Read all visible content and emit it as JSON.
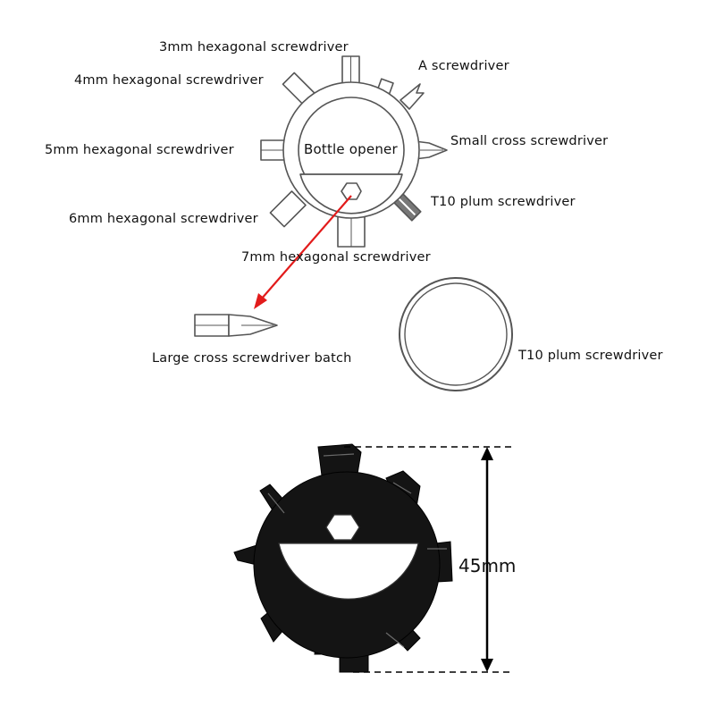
{
  "top_diagram": {
    "labels": {
      "hex3": "3mm hexagonal screwdriver",
      "a_screwdriver": "A screwdriver",
      "hex4": "4mm hexagonal screwdriver",
      "hex5": "5mm hexagonal screwdriver",
      "bottle_opener": "Bottle opener",
      "small_cross": "Small cross screwdriver",
      "t10_plum": "T10 plum screwdriver",
      "hex6": "6mm hexagonal screwdriver",
      "hex7": "7mm hexagonal screwdriver",
      "large_cross_batch": "Large cross screwdriver batch",
      "t10_plum_ring": "T10 plum screwdriver"
    },
    "arrow_color": "#e21b1b",
    "line_color": "#555555"
  },
  "photo": {
    "dimension_label": "45mm",
    "tool_color": "#141414"
  }
}
